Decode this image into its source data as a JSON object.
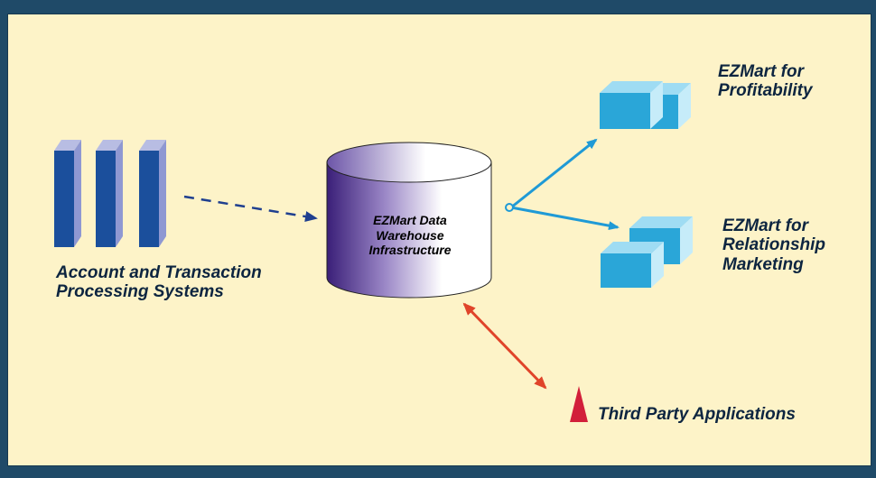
{
  "labels": {
    "source_systems": "Account and Transaction\nProcessing Systems",
    "warehouse": "EZMart Data\nWarehouse\nInfrastructure",
    "mart_profitability": "EZMart for\nProfitability",
    "mart_relationship": "EZMart for\nRelationship\nMarketing",
    "third_party": "Third Party Applications"
  },
  "colors": {
    "background_frame": "#1f4a68",
    "panel": "#fdf3c8",
    "server_front": "#1b4f9c",
    "server_side": "#8f98d2",
    "cylinder_dark": "#3a1f78",
    "cube": "#2aa6d8",
    "arrow_blue": "#1f9ad6",
    "arrow_dashed": "#1f3f8f",
    "arrow_red": "#e0442a",
    "triangle": "#d21f3a"
  },
  "icons": {
    "source": "server-stack-icon",
    "warehouse": "database-cylinder-icon",
    "mart": "cube-pair-icon",
    "third_party": "triangle-icon"
  }
}
